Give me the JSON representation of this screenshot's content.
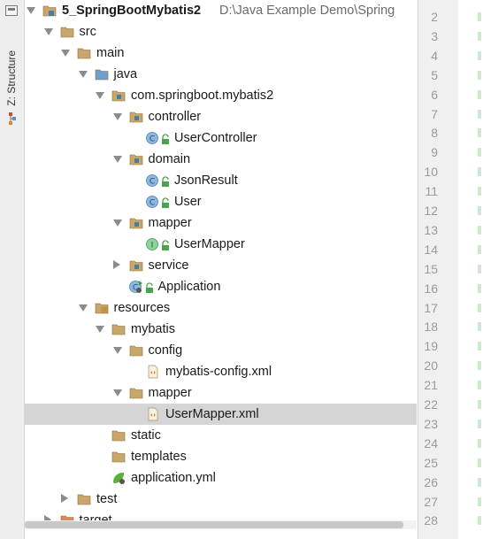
{
  "tool_strip": {
    "structure_label": "Z: Structure"
  },
  "tree": {
    "rows": [
      {
        "label": "5_SpringBootMybatis2",
        "path": "D:\\Java Example Demo\\Spring",
        "icon": "project-module-icon",
        "arrow": "down",
        "bold": true
      },
      {
        "label": "src",
        "icon": "folder-icon",
        "arrow": "down"
      },
      {
        "label": "main",
        "icon": "folder-icon",
        "arrow": "down"
      },
      {
        "label": "java",
        "icon": "source-folder-icon",
        "arrow": "down"
      },
      {
        "label": "com.springboot.mybatis2",
        "icon": "package-icon",
        "arrow": "down"
      },
      {
        "label": "controller",
        "icon": "package-icon",
        "arrow": "down"
      },
      {
        "label": "UserController",
        "icon": "class-icon",
        "arrow": "none"
      },
      {
        "label": "domain",
        "icon": "package-icon",
        "arrow": "down"
      },
      {
        "label": "JsonResult",
        "icon": "class-icon",
        "arrow": "none"
      },
      {
        "label": "User",
        "icon": "class-icon",
        "arrow": "none"
      },
      {
        "label": "mapper",
        "icon": "package-icon",
        "arrow": "down"
      },
      {
        "label": "UserMapper",
        "icon": "interface-icon",
        "arrow": "none"
      },
      {
        "label": "service",
        "icon": "package-icon",
        "arrow": "right"
      },
      {
        "label": "Application",
        "icon": "spring-boot-class-icon",
        "arrow": "none"
      },
      {
        "label": "resources",
        "icon": "resources-folder-icon",
        "arrow": "down"
      },
      {
        "label": "mybatis",
        "icon": "folder-icon",
        "arrow": "down"
      },
      {
        "label": "config",
        "icon": "folder-icon",
        "arrow": "down"
      },
      {
        "label": "mybatis-config.xml",
        "icon": "xml-file-icon",
        "arrow": "none"
      },
      {
        "label": "mapper",
        "icon": "folder-icon",
        "arrow": "down"
      },
      {
        "label": "UserMapper.xml",
        "icon": "xml-file-icon",
        "arrow": "none",
        "selected": true
      },
      {
        "label": "static",
        "icon": "folder-icon",
        "arrow": "none"
      },
      {
        "label": "templates",
        "icon": "folder-icon",
        "arrow": "none"
      },
      {
        "label": "application.yml",
        "icon": "spring-config-icon",
        "arrow": "none"
      },
      {
        "label": "test",
        "icon": "folder-icon",
        "arrow": "right"
      },
      {
        "label": "target",
        "icon": "excluded-folder-icon",
        "arrow": "right"
      }
    ]
  },
  "gutter": {
    "line_numbers": [
      "2",
      "3",
      "4",
      "5",
      "6",
      "7",
      "8",
      "9",
      "10",
      "11",
      "12",
      "13",
      "14",
      "15",
      "16",
      "17",
      "18",
      "19",
      "20",
      "21",
      "22",
      "23",
      "24",
      "25",
      "26",
      "27",
      "28"
    ]
  },
  "colors": {
    "selection": "#d5d5d5",
    "folder": "#c9a66b",
    "package_dot": "#4a7ea8",
    "class_circle": "#8fb7dd",
    "interface_circle": "#8bd39b",
    "access_lock": "#4aa54a",
    "xml_orange": "#e08a2a"
  }
}
